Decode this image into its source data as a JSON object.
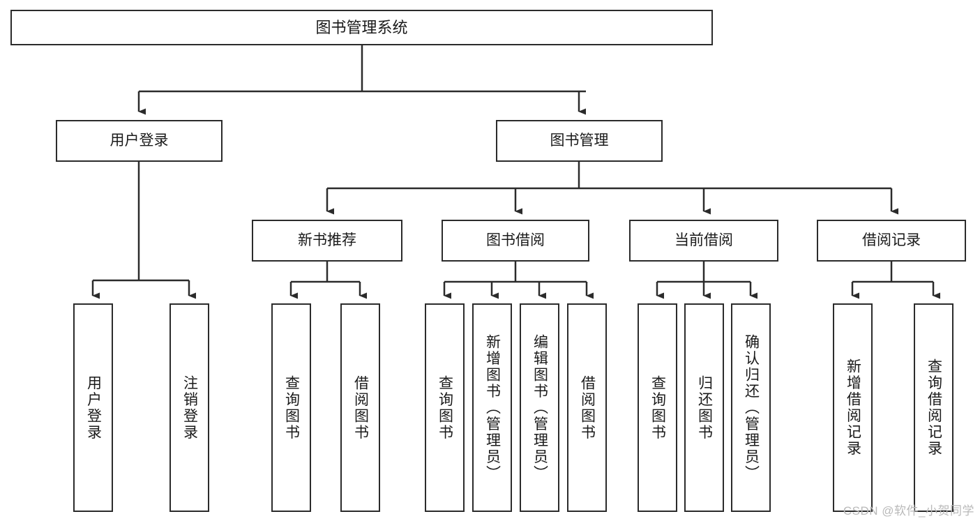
{
  "diagram": {
    "title": "图书管理系统",
    "watermark": "CSDN @软件_小贺同学",
    "colors": {
      "stroke": "#2b2b2b",
      "fill": "#ffffff",
      "text": "#1a1a1a",
      "watermark": "#b9b9b9"
    },
    "nodes": {
      "root": {
        "label": "图书管理系统"
      },
      "level2": [
        {
          "label": "用户登录"
        },
        {
          "label": "图书管理"
        }
      ],
      "level3": [
        {
          "label": "新书推荐"
        },
        {
          "label": "图书借阅"
        },
        {
          "label": "当前借阅"
        },
        {
          "label": "借阅记录"
        }
      ],
      "leaves": {
        "user_login": [
          {
            "label": "用户登录"
          },
          {
            "label": "注销登录"
          }
        ],
        "new_book": [
          {
            "label": "查询图书"
          },
          {
            "label": "借阅图书"
          }
        ],
        "book_borrow": [
          {
            "label": "查询图书"
          },
          {
            "label": "新增图书（管理员）"
          },
          {
            "label": "编辑图书（管理员）"
          },
          {
            "label": "借阅图书"
          }
        ],
        "current_borrow": [
          {
            "label": "查询图书"
          },
          {
            "label": "归还图书"
          },
          {
            "label": "确认归还（管理员）"
          }
        ],
        "borrow_record": [
          {
            "label": "新增借阅记录"
          },
          {
            "label": "查询借阅记录"
          }
        ]
      }
    }
  }
}
